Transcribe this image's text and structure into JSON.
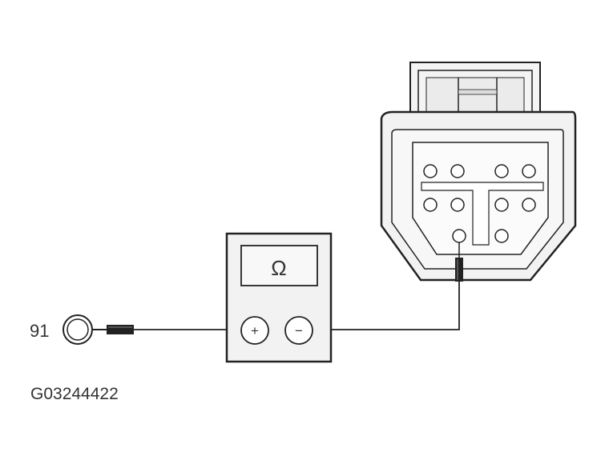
{
  "diagram": {
    "ground_label": "91",
    "meter_symbol": "Ω",
    "plus_terminal": "+",
    "minus_terminal": "−",
    "figure_id": "G03244422"
  }
}
